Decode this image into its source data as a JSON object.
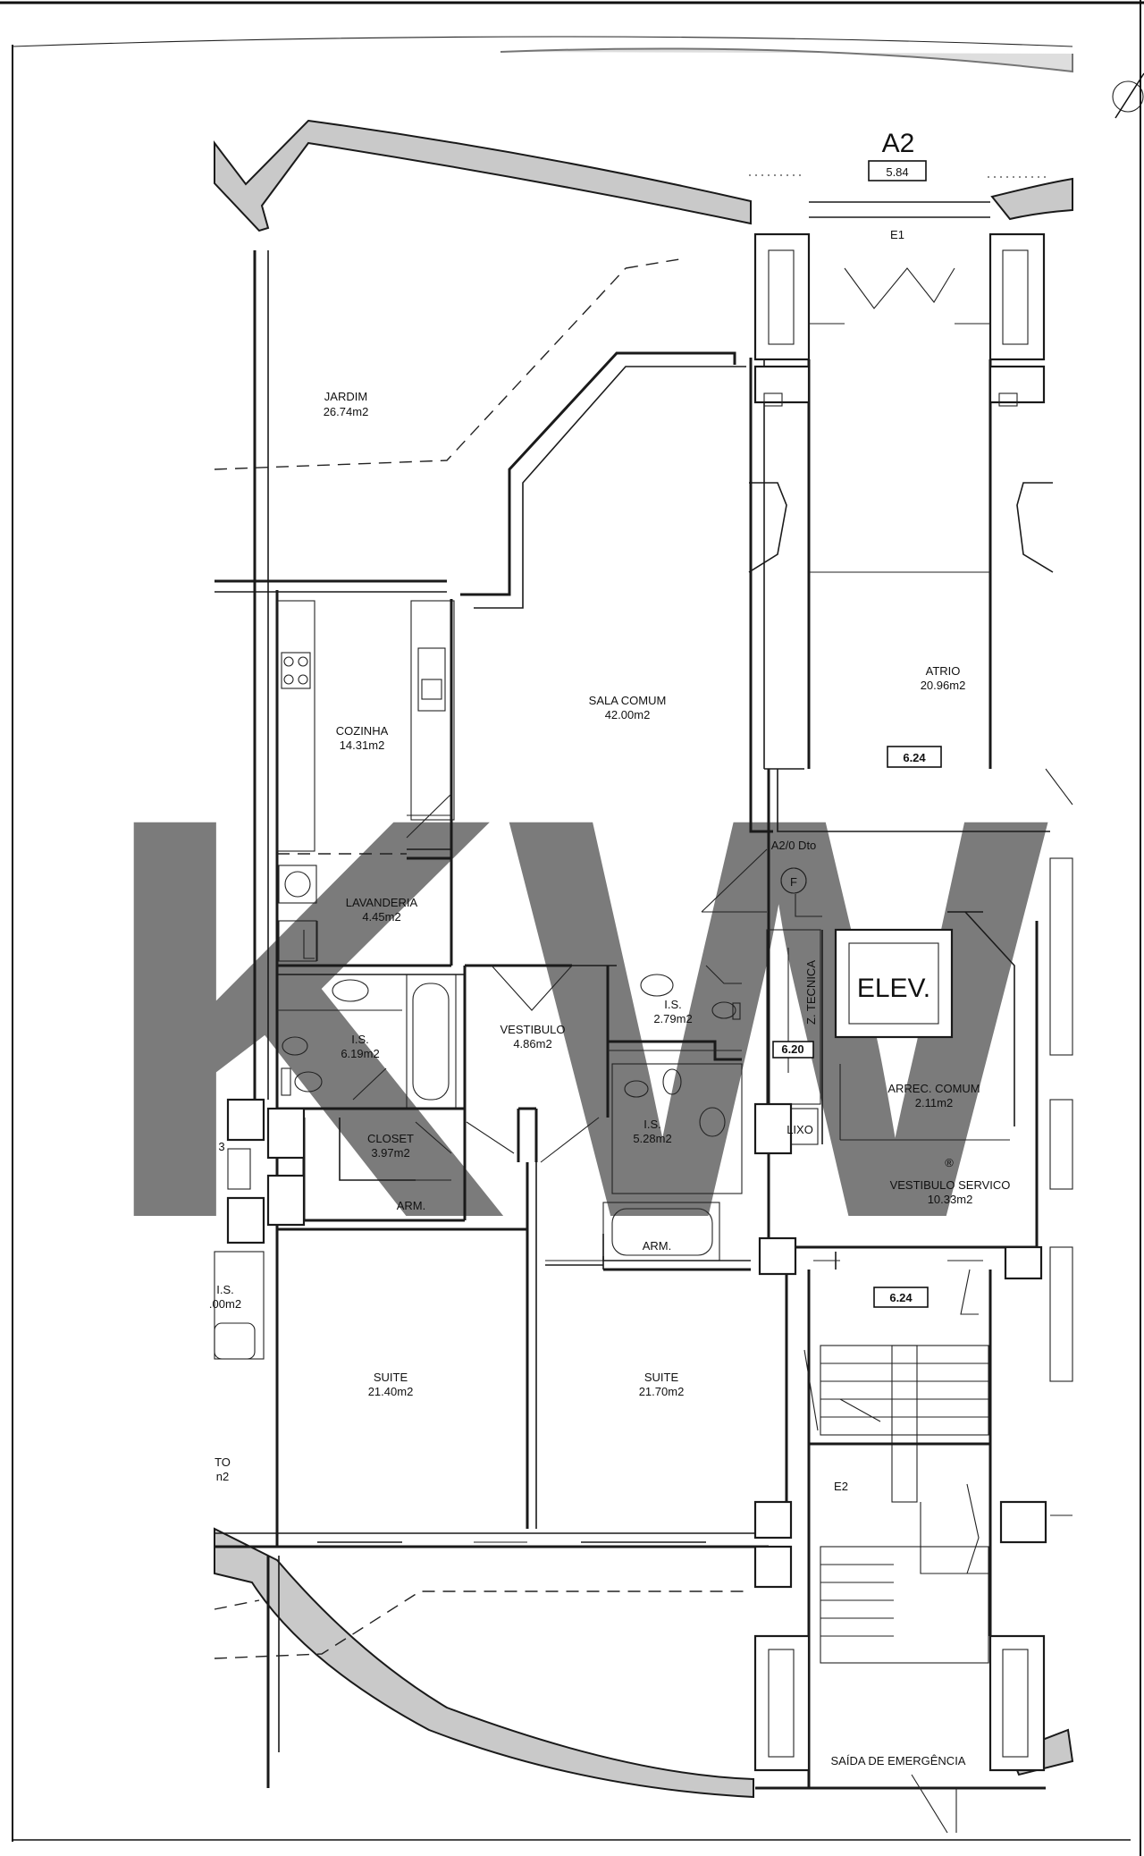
{
  "header": {
    "block": "A2",
    "block_dim": "5.84",
    "entrance": "E1"
  },
  "rooms": {
    "jardim": {
      "name": "JARDIM",
      "area": "26.74m2"
    },
    "cozinha": {
      "name": "COZINHA",
      "area": "14.31m2"
    },
    "sala": {
      "name": "SALA COMUM",
      "area": "42.00m2"
    },
    "atrio": {
      "name": "ATRIO",
      "area": "20.96m2"
    },
    "lavanderia": {
      "name": "LAVANDERIA",
      "area": "4.45m2"
    },
    "is1": {
      "name": "I.S.",
      "area": "6.19m2"
    },
    "vestibulo": {
      "name": "VESTIBULO",
      "area": "4.86m2"
    },
    "is2": {
      "name": "I.S.",
      "area": "2.79m2"
    },
    "is3": {
      "name": "I.S.",
      "area": "5.28m2"
    },
    "closet": {
      "name": "CLOSET",
      "area": "3.97m2"
    },
    "arrec": {
      "name": "ARREC. COMUM",
      "area": "2.11m2"
    },
    "vest_serv": {
      "name": "VESTIBULO SERVICO",
      "area": "10.33m2"
    },
    "suite1": {
      "name": "SUITE",
      "area": "21.40m2"
    },
    "suite2": {
      "name": "SUITE",
      "area": "21.70m2"
    }
  },
  "labels": {
    "unit": "A2/0 Dto",
    "unit_letter": "F",
    "elev": "ELEV.",
    "z_tecnica": "Z. TECNICA",
    "lixo": "LIXO",
    "arm1": "ARM.",
    "arm2": "ARM.",
    "e2": "E2",
    "saida": "SAÍDA DE EMERGÊNCIA",
    "dim_atrio": "6.24",
    "dim_vest": "6.24",
    "dim_tec": "6.20",
    "edge_is": "I.S.",
    "edge_is_area": ".00m2",
    "edge_to": "TO",
    "edge_n2": "n2",
    "edge_3": "3",
    "registered": "®"
  },
  "watermark": {
    "text": "KW",
    "color": "#d6d6d6"
  }
}
